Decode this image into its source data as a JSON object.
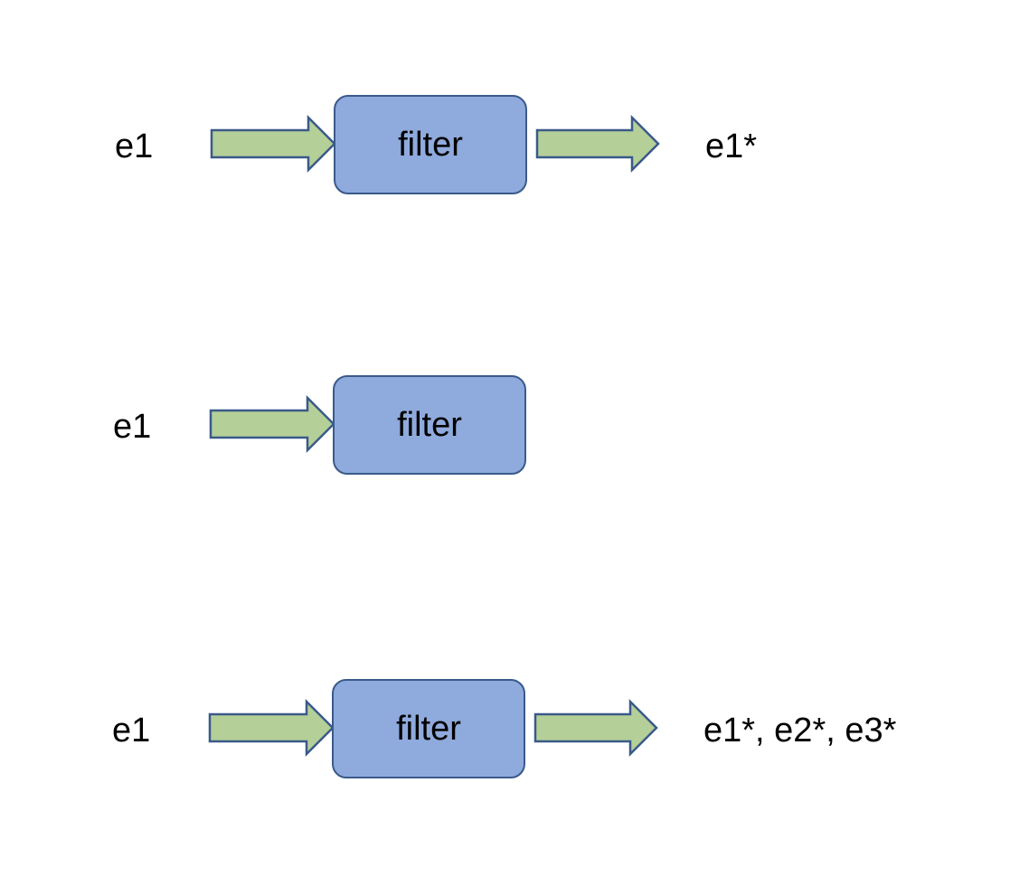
{
  "diagram": {
    "rows": [
      {
        "input": "e1",
        "filter": "filter",
        "output": "e1*"
      },
      {
        "input": "e1",
        "filter": "filter",
        "output": ""
      },
      {
        "input": "e1",
        "filter": "filter",
        "output": "e1*, e2*, e3*"
      }
    ]
  },
  "colors": {
    "filter_fill": "#8faadc",
    "filter_border": "#3a5a8a",
    "arrow_fill": "#b4cf98",
    "arrow_border": "#3a5a8a"
  }
}
